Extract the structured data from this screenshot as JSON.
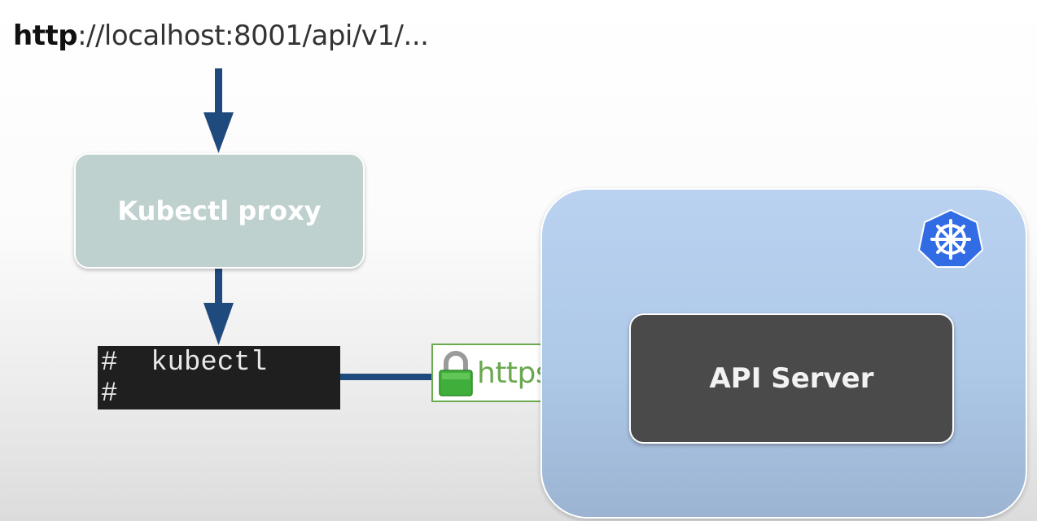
{
  "url": {
    "scheme": "http",
    "rest": "://localhost:8001/api/v1/..."
  },
  "proxy": {
    "label": "Kubectl proxy"
  },
  "terminal": {
    "lines": [
      "#  kubectl",
      "#"
    ]
  },
  "https": {
    "label": "https"
  },
  "cluster": {
    "api_server_label": "API Server",
    "logo": "kubernetes-helm-icon"
  },
  "colors": {
    "arrow": "#1f4a7e",
    "proxy_box": "#bfd1cf",
    "cluster_bg": "#b3cdee",
    "api_box": "#4a4a4a",
    "https_green": "#6aa84f",
    "k8s_blue": "#326ce5"
  }
}
